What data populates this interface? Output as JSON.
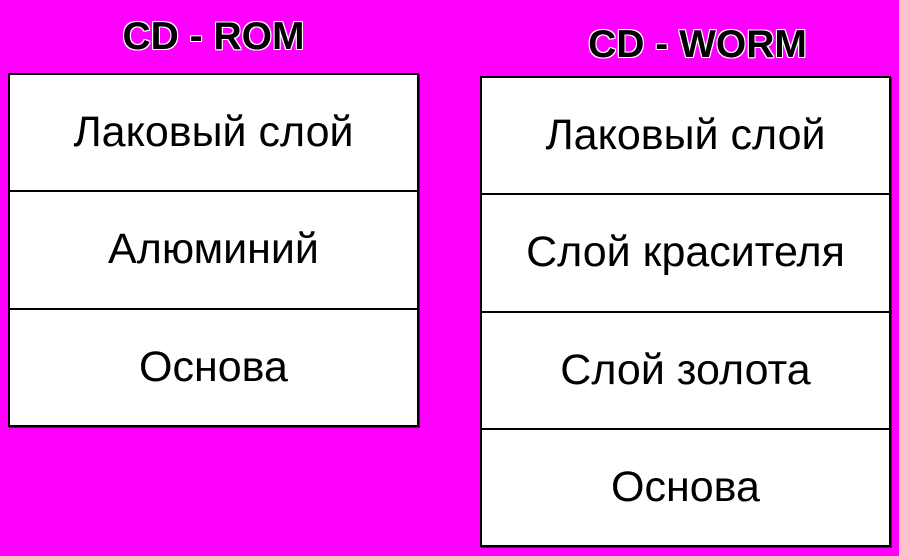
{
  "slide": {
    "background_color": "#FF00FF",
    "box_background_color": "#FFFFFF",
    "border_color": "#000000",
    "text_color": "#000000"
  },
  "panels": [
    {
      "title": "CD - ROM",
      "layers": [
        "Лаковый слой",
        "Алюминий",
        "Основа"
      ]
    },
    {
      "title": "CD - WORM",
      "layers": [
        "Лаковый слой",
        "Слой красителя",
        "Слой золота",
        "Основа"
      ]
    }
  ]
}
